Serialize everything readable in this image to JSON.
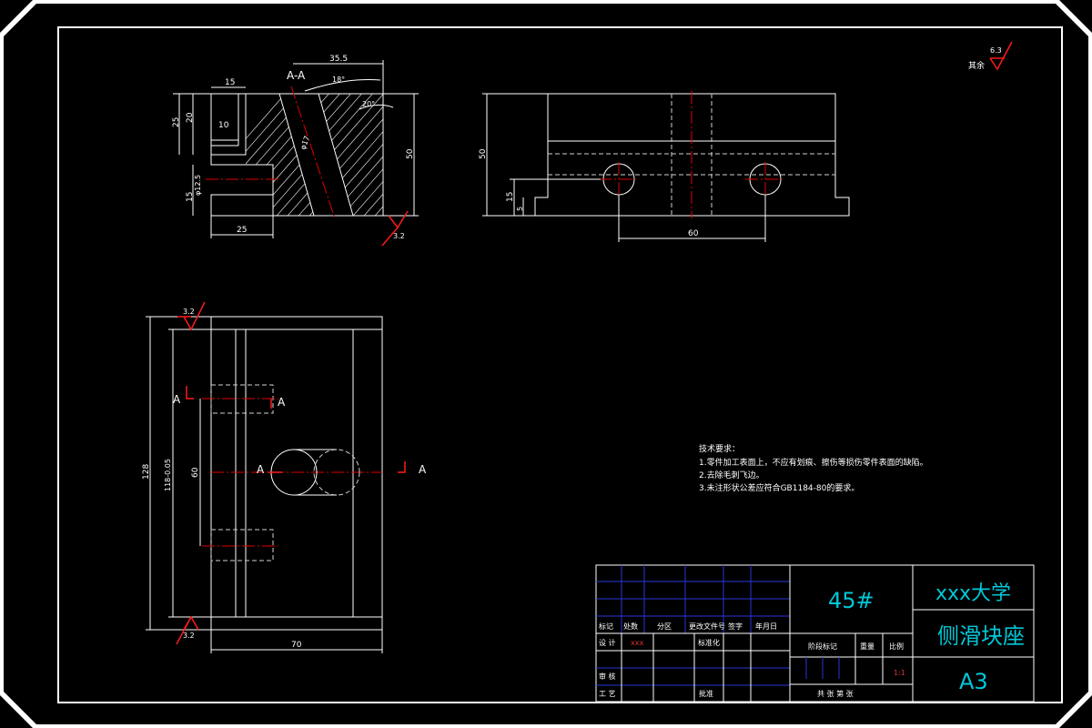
{
  "colors": {
    "background": "#000000",
    "lines": "#ffffff",
    "center_lines": "#e00000",
    "title_text": "#00c8d8",
    "table_grid": "#2a36d8"
  },
  "section_label": "A-A",
  "roughness": {
    "general_symbol": "6.3",
    "general_note": "其余",
    "surface_1": "3.2",
    "surface_2": "3.2",
    "surface_3": "3.2"
  },
  "dimensions": {
    "top_width": "35.5",
    "angle_18": "18°",
    "angle_20": "20°",
    "d15": "15",
    "d10": "10",
    "d25_left": "25",
    "d20": "20",
    "dia17": "φ17",
    "dia12": "φ12.5",
    "d15_lower": "15",
    "d25_bottom": "25",
    "d50_right": "50",
    "side_50": "50",
    "side_15": "15",
    "side_5": "5",
    "side_60": "60",
    "plan_128": "128",
    "plan_118": "118-0.05",
    "plan_60": "60",
    "plan_70": "70"
  },
  "section_marks": {
    "a1": "A",
    "a2": "A",
    "a3": "A",
    "a4": "A"
  },
  "tech_notes": {
    "title": "技术要求：",
    "items": [
      "1.零件加工表面上，不应有划痕、擦伤等损伤零件表面的缺陷。",
      "2.去除毛刺飞边。",
      "3.未注形状公差应符合GB1184-80的要求。"
    ]
  },
  "title_block": {
    "material": "45#",
    "school": "xxx大学",
    "part_name": "侧滑块座",
    "sheet_size": "A3",
    "headers": [
      "标记",
      "处数",
      "分区",
      "更改文件号",
      "签字",
      "年月日"
    ],
    "design_label": "设 计",
    "designer": "xxx",
    "standard_label": "标准化",
    "review_label": "审 核",
    "process_label": "工 艺",
    "approve_label": "批准",
    "stage_label": "阶段标记",
    "weight_label": "重量",
    "scale_label": "比例",
    "scale": "1:1",
    "sheets_label": "共   张   第   张"
  }
}
